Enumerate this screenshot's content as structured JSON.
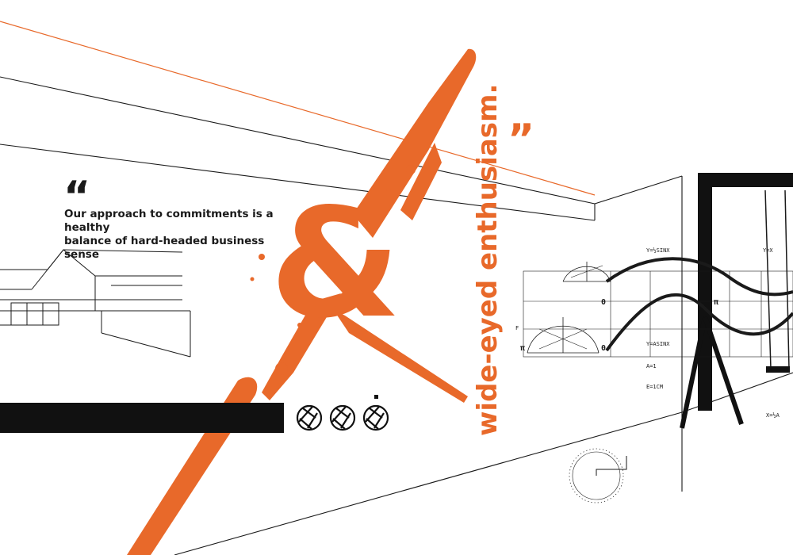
{
  "quote": {
    "open_mark": "“",
    "line1": "Our approach to commitments is a healthy",
    "line2": "balance of hard-headed business sense"
  },
  "vertical_phrase": "wide-eyed enthusiasm.",
  "close_mark": "”",
  "ampersand": "&",
  "math_labels": {
    "y_half_sin": "Y=½SINX",
    "y_x": "Y=X",
    "y_asin": "Y=ASINX",
    "a1": "A=1",
    "e1cm": "E=1CM",
    "x_eq": "X=½A",
    "zero1": "0",
    "zero2": "0",
    "pi1": "π",
    "pi2": "π",
    "f": "F"
  },
  "colors": {
    "accent": "#e8692a",
    "ink": "#1a1a1a",
    "bar": "#111111"
  },
  "icons": [
    "aperture-icon",
    "aperture-icon",
    "aperture-icon"
  ]
}
